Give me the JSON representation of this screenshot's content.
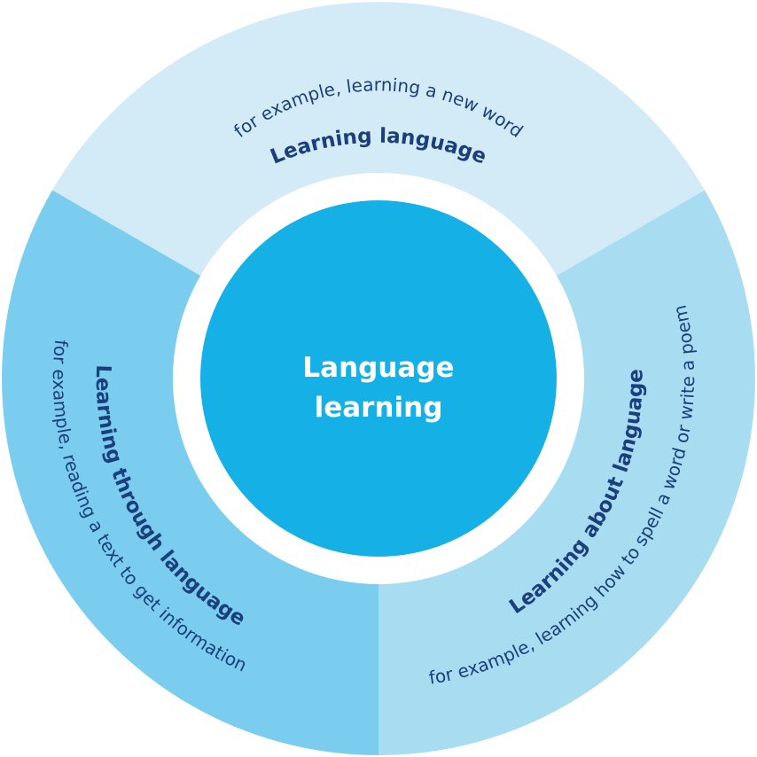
{
  "center": {
    "line1": "Language",
    "line2": "learning",
    "color": "#14b0e6"
  },
  "segments": [
    {
      "id": "learning-language",
      "title": "Learning language",
      "subtitle": "for example, learning a new word",
      "color": "#d3ebf6"
    },
    {
      "id": "learning-about-language",
      "title": "Learning about language",
      "subtitle": "for example, learning how to spell a word or write a poem",
      "color": "#a8dcf1"
    },
    {
      "id": "learning-through-language",
      "title": "Learning through language",
      "subtitle": "for example, reading a text to get information",
      "color": "#7acdee"
    }
  ],
  "text_color": "#1b3f7c"
}
